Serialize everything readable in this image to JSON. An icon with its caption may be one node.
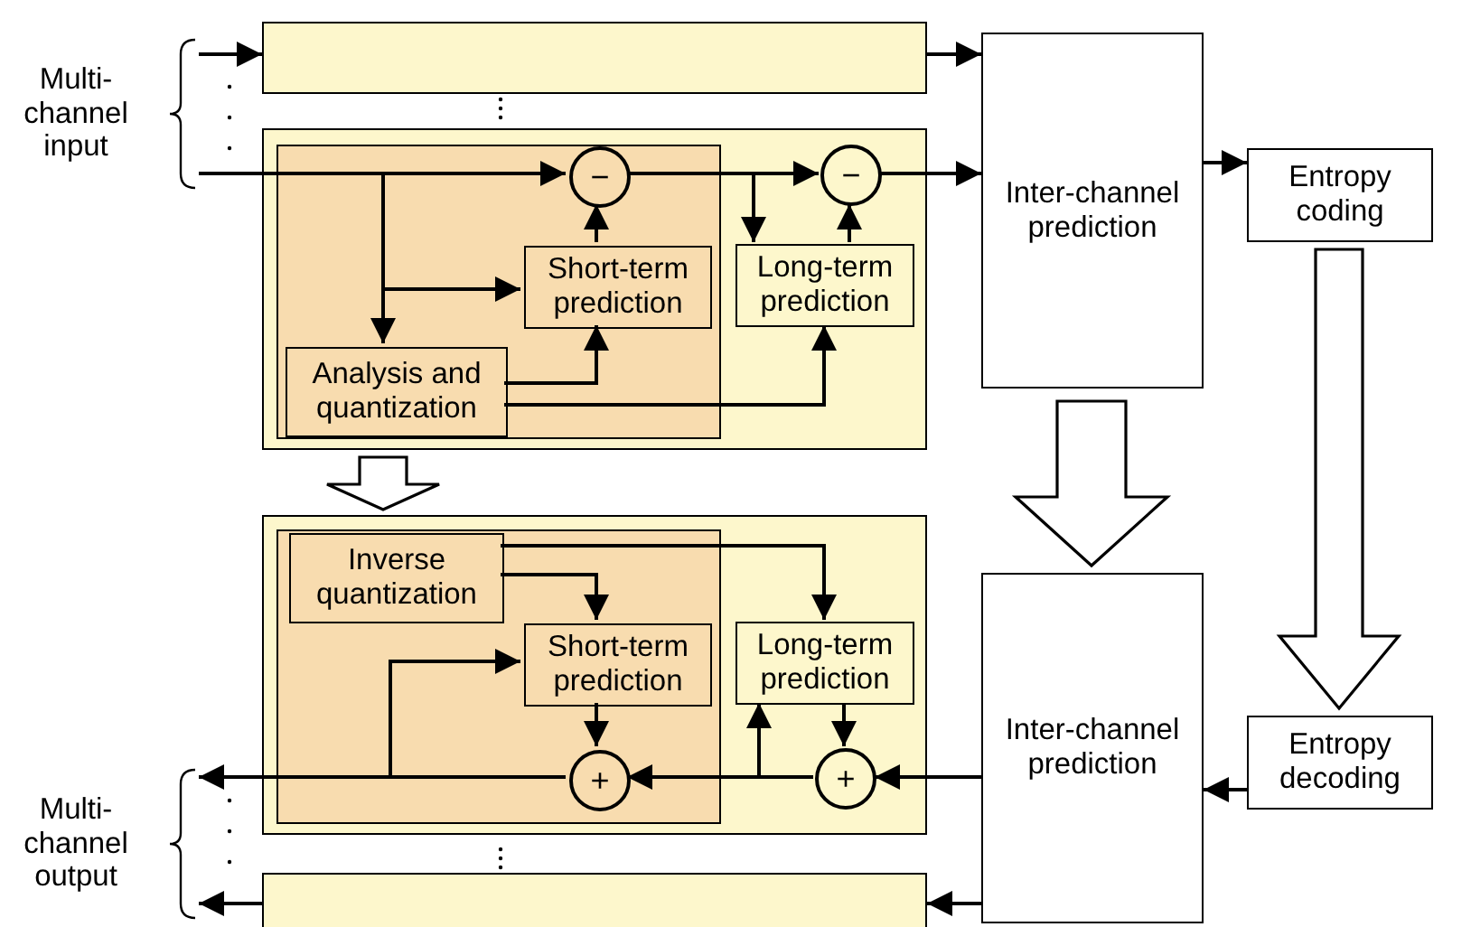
{
  "diagram": {
    "nodes": [
      {
        "text": [],
        "shape": "box"
      },
      {
        "text": [],
        "shape": "box"
      },
      {
        "text": [],
        "shape": "box",
        "in": 1
      },
      {
        "text": [
          "−"
        ],
        "in": 2
      },
      {
        "text": [
          "Short-term prediction"
        ],
        "in": 2
      },
      {
        "text": [
          "Analysis and quantization"
        ],
        "in": 2
      },
      {
        "text": [
          "−"
        ],
        "in": 1
      },
      {
        "text": [
          "Long-term prediction"
        ],
        "in": 1
      },
      {
        "text": [
          "Inter-channel prediction"
        ]
      },
      {
        "text": [
          "Entropy coding"
        ]
      },
      {
        "text": [
          "Entropy decoding"
        ]
      },
      {
        "text": [
          "Inter-channel prediction"
        ]
      },
      {
        "text": [],
        "shape": "box"
      },
      {
        "text": [],
        "shape": "box",
        "in": 12
      },
      {
        "text": [
          "Inverse quantization"
        ],
        "in": 13
      },
      {
        "text": [
          "Short-term prediction"
        ],
        "in": 13
      },
      {
        "text": [
          "+"
        ],
        "in": 13
      },
      {
        "text": [
          "Long-term prediction"
        ],
        "in": 12
      },
      {
        "text": [
          "+"
        ],
        "in": 12
      },
      {
        "text": [],
        "shape": "box"
      },
      {
        "text": [
          "Multi-channel input"
        ]
      },
      {
        "text": [
          "Multi-channel output"
        ]
      }
    ],
    "edges": [
      {
        "from": 20,
        "to": 0,
        "arrow": "to"
      },
      {
        "from": 0,
        "to": 8,
        "arrow": "to"
      },
      {
        "from": 20,
        "to": 3,
        "arrow": "to"
      },
      {
        "from": 20,
        "to": 5,
        "arrow": "to"
      },
      {
        "from": 20,
        "to": 4,
        "arrow": "to"
      },
      {
        "from": 4,
        "to": 3,
        "arrow": "to"
      },
      {
        "from": 5,
        "to": 4,
        "arrow": "to"
      },
      {
        "from": 5,
        "to": 7,
        "arrow": "to"
      },
      {
        "from": 3,
        "to": 6,
        "arrow": "to"
      },
      {
        "from": 3,
        "to": 7,
        "arrow": "to"
      },
      {
        "from": 7,
        "to": 6,
        "arrow": "to"
      },
      {
        "from": 6,
        "to": 8,
        "arrow": "to"
      },
      {
        "from": 8,
        "to": 9,
        "arrow": "to"
      },
      {
        "from": 9,
        "to": 10,
        "arrow": "to",
        "style": "thick"
      },
      {
        "from": 8,
        "to": 11,
        "arrow": "to",
        "style": "thick"
      },
      {
        "from": 1,
        "to": 12,
        "arrow": "to",
        "style": "thick"
      },
      {
        "from": 10,
        "to": 11,
        "arrow": "to"
      },
      {
        "from": 11,
        "to": 18,
        "arrow": "to"
      },
      {
        "from": 11,
        "to": 19,
        "arrow": "to"
      },
      {
        "from": 19,
        "to": 21,
        "arrow": "to"
      },
      {
        "from": 18,
        "to": 16,
        "arrow": "to"
      },
      {
        "from": 18,
        "to": 17,
        "arrow": "to"
      },
      {
        "from": 17,
        "to": 18,
        "arrow": "to"
      },
      {
        "from": 15,
        "to": 16,
        "arrow": "to"
      },
      {
        "from": 14,
        "to": 15,
        "arrow": "to"
      },
      {
        "from": 14,
        "to": 17,
        "arrow": "to"
      },
      {
        "from": 16,
        "to": 21,
        "arrow": "to"
      },
      {
        "from": 16,
        "to": 15,
        "arrow": "to"
      }
    ]
  }
}
